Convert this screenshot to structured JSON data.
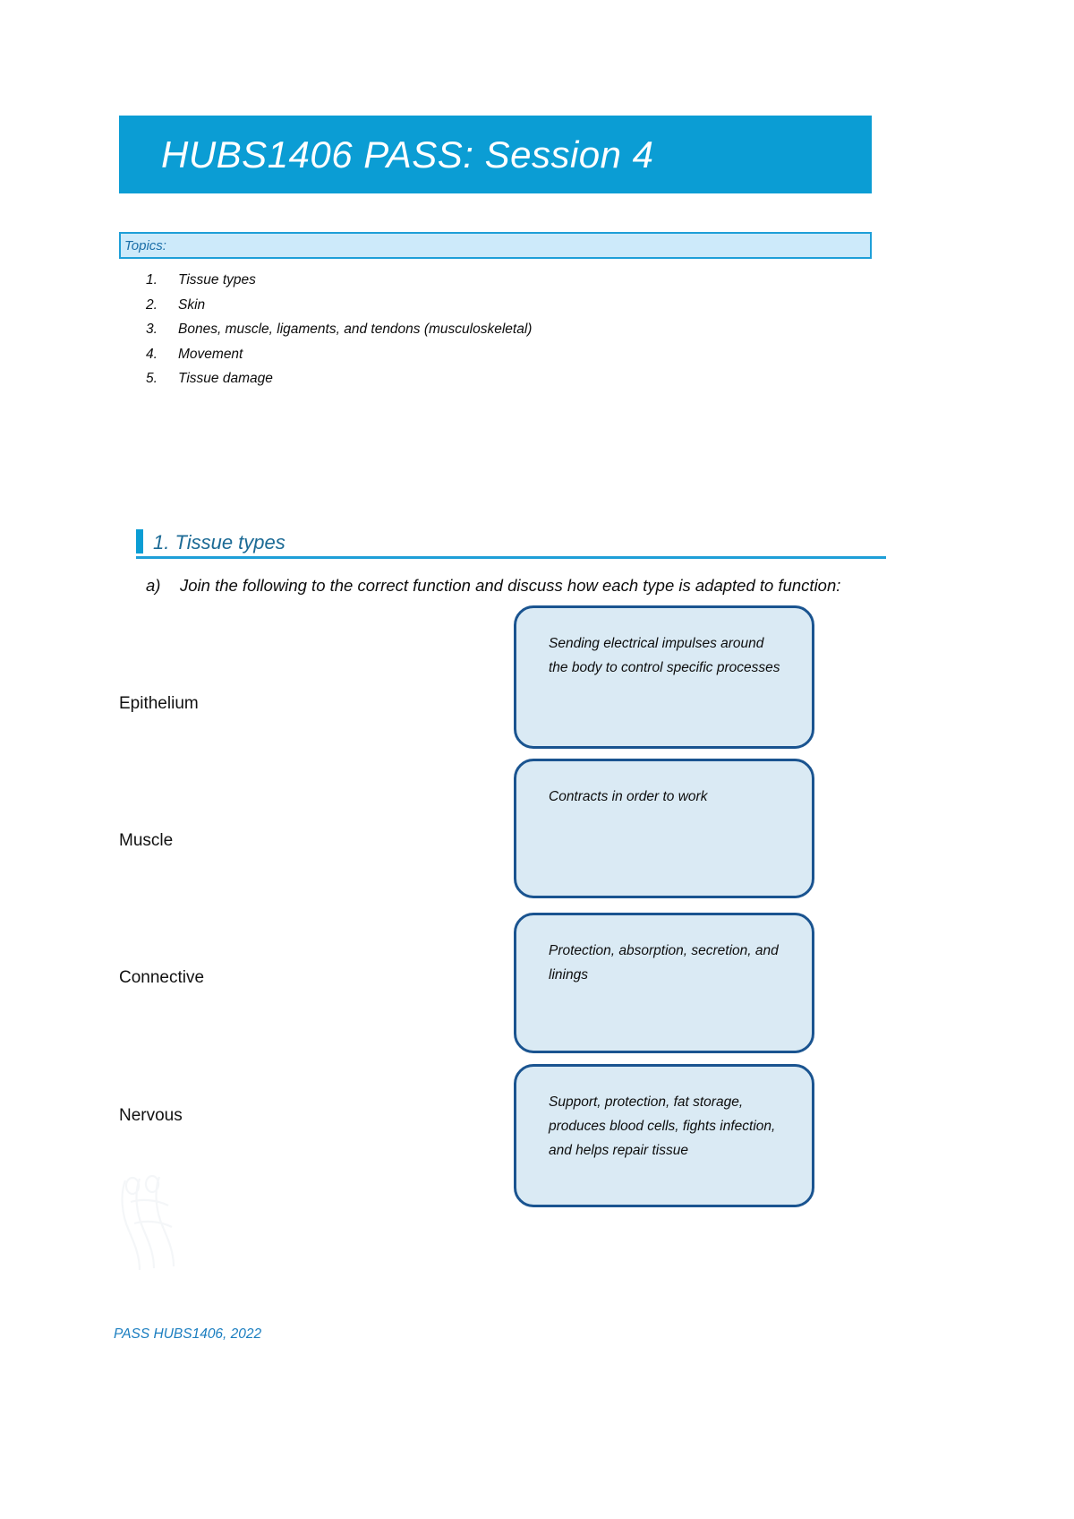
{
  "document": {
    "title": "HUBS1406 PASS: Session 4",
    "footer": "PASS HUBS1406, 2022",
    "accent_color": "#0b9dd4",
    "heading_text_color": "#1b6a95",
    "topics_bar_fill": "#cdeafa",
    "topics_bar_border": "#1e9fd8",
    "box_fill": "#daeaf4",
    "box_border": "#1a5490",
    "footer_color": "#1b7ec0"
  },
  "topics": {
    "label": "Topics:",
    "items": [
      {
        "num": "1.",
        "text": "Tissue types"
      },
      {
        "num": "2.",
        "text": "Skin"
      },
      {
        "num": "3.",
        "text": "Bones, muscle, ligaments, and tendons (musculoskeletal)"
      },
      {
        "num": "4.",
        "text": "Movement"
      },
      {
        "num": "5.",
        "text": "Tissue damage"
      }
    ]
  },
  "section": {
    "heading": "1. Tissue types",
    "question": {
      "marker": "a)",
      "text": "Join the following to the correct function and discuss how each type is adapted to function:"
    }
  },
  "matching": {
    "tissue_types": [
      {
        "label": "Epithelium"
      },
      {
        "label": "Muscle"
      },
      {
        "label": "Connective"
      },
      {
        "label": "Nervous"
      }
    ],
    "functions": [
      {
        "text": "Sending electrical impulses around the body to control specific processes"
      },
      {
        "text": "Contracts in order to work"
      },
      {
        "text": "Protection, absorption, secretion, and linings"
      },
      {
        "text": "Support, protection, fat storage, produces blood cells, fights infection, and helps repair tissue"
      }
    ]
  }
}
